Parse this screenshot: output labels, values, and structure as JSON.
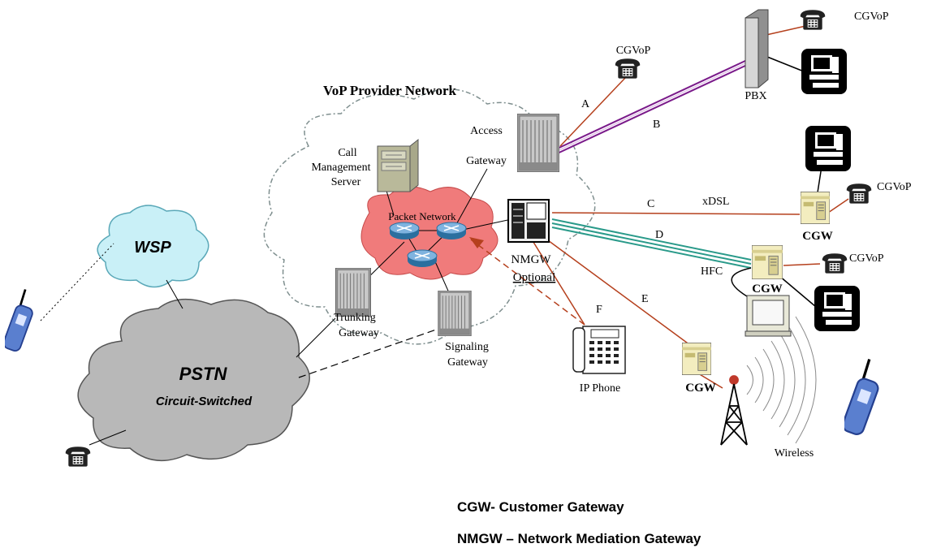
{
  "title": "VoP Provider Network",
  "clouds": {
    "wsp": "WSP",
    "pstn": "PSTN",
    "pstn_sub": "Circuit-Switched",
    "packet": "Packet Network"
  },
  "nodes": {
    "call_mgmt": [
      "Call",
      "Management",
      "Server"
    ],
    "access_gw": [
      "Access",
      "Gateway"
    ],
    "nmgw": "NMGW",
    "nmgw_optional": "Optional",
    "trunking_gw": [
      "Trunking",
      "Gateway"
    ],
    "signaling_gw": [
      "Signaling",
      "Gateway"
    ],
    "ip_phone": "IP Phone",
    "pbx": "PBX",
    "cgw": "CGW",
    "cgvop": "CGVoP",
    "wireless": "Wireless"
  },
  "links": {
    "a": "A",
    "b": "B",
    "c": "C",
    "d": "D",
    "e": "E",
    "f": "F",
    "xdsl": "xDSL",
    "hfc": "HFC"
  },
  "legend": {
    "cgw": "CGW- Customer Gateway",
    "nmgw": "NMGW – Network Mediation Gateway"
  },
  "colors": {
    "line_red": "#b5401d",
    "line_purple": "#7a1a8a",
    "line_teal": "#2a9a8a",
    "packet_cloud": "#f07b7b",
    "wsp_cloud": "#c9f0f7",
    "pstn_cloud": "#b8b8b8"
  }
}
